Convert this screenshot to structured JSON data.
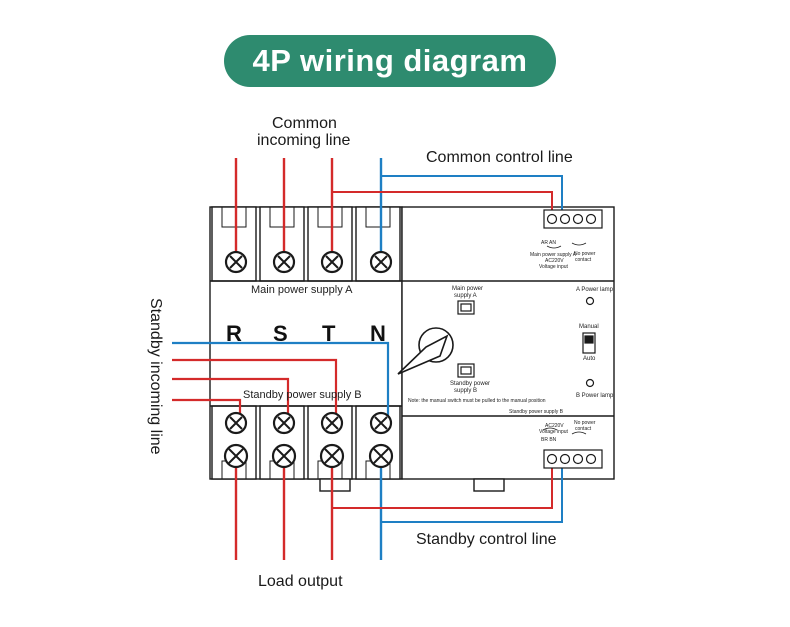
{
  "title": "4P wiring diagram",
  "labels": {
    "common_incoming": [
      "Common",
      "incoming line"
    ],
    "common_control": "Common control line",
    "standby_incoming": "Standby incoming line",
    "standby_control": "Standby control line",
    "load_output": "Load output",
    "main_supply_a": "Main power supply A",
    "standby_supply_b": "Standby power supply B",
    "phases": [
      "R",
      "S",
      "T",
      "N"
    ]
  },
  "panel": {
    "main_power": [
      "Main power",
      "supply A"
    ],
    "standby_power": [
      "Standby power",
      "supply B"
    ],
    "a_lamp": "A Power lamp",
    "b_lamp": "B Power lamp",
    "manual": "Manual",
    "auto": "Auto",
    "note": "Note: the manual switch must be pulled to the manual position",
    "top_terminal": {
      "ar_an": "AR  AN",
      "caption1": "Main power supply A",
      "model": "AC220V",
      "voltage": "Voltage input",
      "no_power": "No power",
      "contact": "contact"
    },
    "bottom_terminal": {
      "caption1": "Standby power supply B",
      "model": "AC220V",
      "voltage": "Voltage input",
      "br_bn": "BR  BN",
      "no_power": "No power",
      "contact": "contact"
    }
  },
  "colors": {
    "pill": "#2e8b6f",
    "phase_wire": "#d42a2a",
    "neutral_wire": "#1e7fc4",
    "outline": "#1a1a1a"
  }
}
